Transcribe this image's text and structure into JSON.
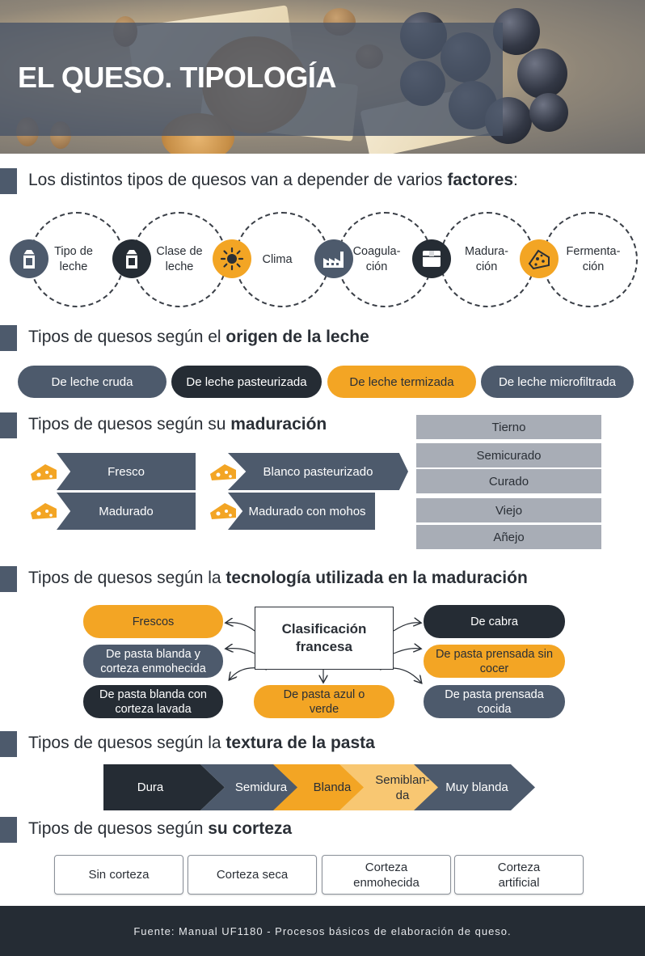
{
  "header": {
    "title": "EL QUESO. TIPOLOGÍA"
  },
  "factors": {
    "heading_pre": "Los distintos tipos de quesos van a depender de varios ",
    "heading_bold": "factores",
    "heading_post": ":",
    "items": [
      {
        "label_line1": "Tipo de",
        "label_line2": "leche",
        "icon": "milk-carton-icon"
      },
      {
        "label_line1": "Clase de",
        "label_line2": "leche",
        "icon": "milk-carton-icon"
      },
      {
        "label_line1": "Clima",
        "label_line2": "",
        "icon": "sun-icon"
      },
      {
        "label_line1": "Coagula-",
        "label_line2": "ción",
        "icon": "factory-icon"
      },
      {
        "label_line1": "Madura-",
        "label_line2": "ción",
        "icon": "box-icon"
      },
      {
        "label_line1": "Fermenta-",
        "label_line2": "ción",
        "icon": "cheese-icon"
      }
    ]
  },
  "origin": {
    "heading_pre": "Tipos de quesos según el ",
    "heading_bold": "origen de la leche",
    "items": [
      "De leche cruda",
      "De leche pasteurizada",
      "De leche termizada",
      "De leche microfiltrada"
    ]
  },
  "ripening": {
    "heading_pre": "Tipos de quesos según su ",
    "heading_bold": "maduración",
    "types": [
      "Fresco",
      "Blanco pasteurizado",
      "Madurado",
      "Madurado con mohos"
    ],
    "stages": [
      "Tierno",
      "Semicurado",
      "Curado",
      "Viejo",
      "Añejo"
    ]
  },
  "technology": {
    "heading_pre": "Tipos de quesos según la ",
    "heading_bold": "tecnología utilizada en la maduración",
    "center": "Clasificación francesa",
    "items": [
      "Frescos",
      "De pasta blanda y corteza enmohecida",
      "De pasta blanda con corteza lavada",
      "De pasta azul o verde",
      "De cabra",
      "De pasta prensada sin cocer",
      "De pasta prensada cocida"
    ]
  },
  "texture": {
    "heading_pre": "Tipos de quesos según la ",
    "heading_bold": "textura de la pasta",
    "items": [
      "Dura",
      "Semidura",
      "Blanda",
      "Semiblan- da",
      "Muy blanda"
    ]
  },
  "rind": {
    "heading_pre": "Tipos de quesos según ",
    "heading_bold": "su corteza",
    "items": [
      "Sin corteza",
      "Corteza seca",
      "Corteza enmohecida",
      "Corteza artificial"
    ]
  },
  "footer": {
    "source": "Fuente: Manual UF1180 - Procesos básicos de elaboración de queso."
  },
  "colors": {
    "slate": "#4d5a6c",
    "dark": "#252c34",
    "orange": "#f3a524",
    "light_orange": "#f8c772",
    "grey": "#a8adb6"
  }
}
